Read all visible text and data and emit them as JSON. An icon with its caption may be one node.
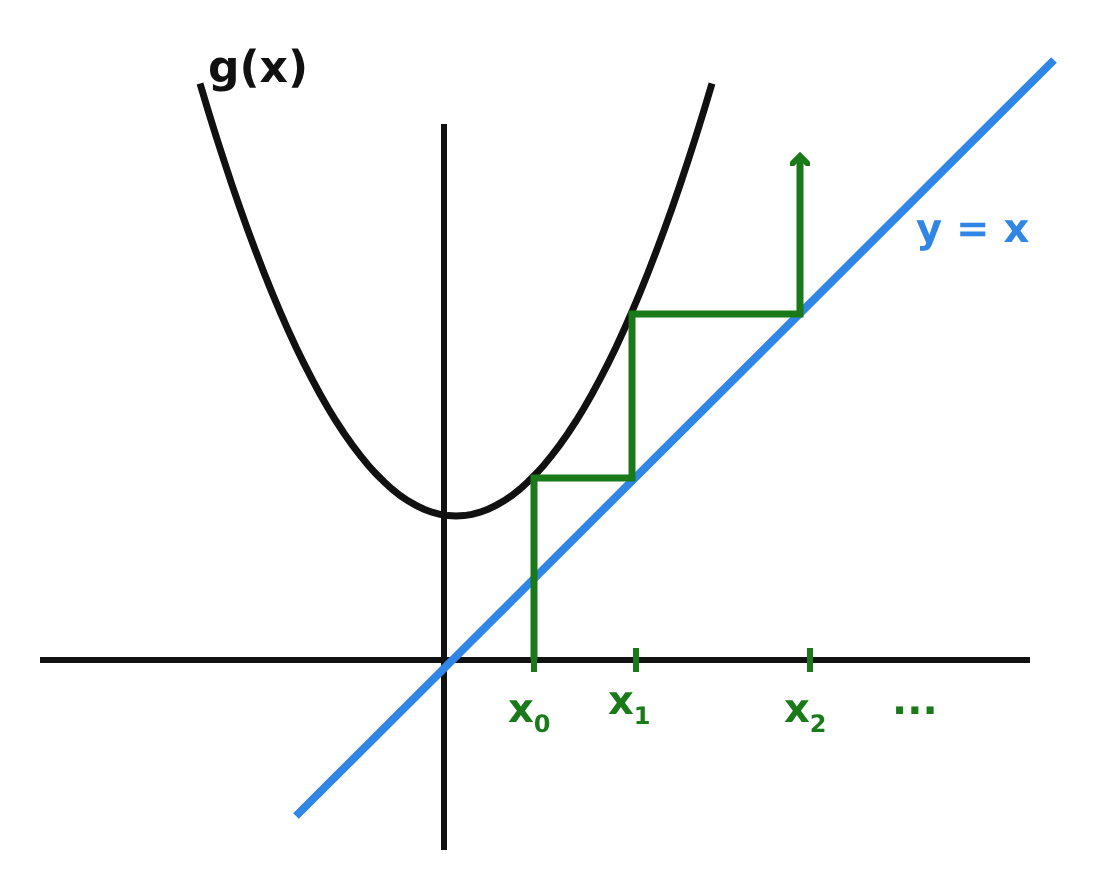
{
  "diagram": {
    "labels": [
      "g(x)",
      "y = x",
      "x$_{0}$",
      "x$_{1}$",
      "x$_{2}$",
      "..."
    ]
  }
}
